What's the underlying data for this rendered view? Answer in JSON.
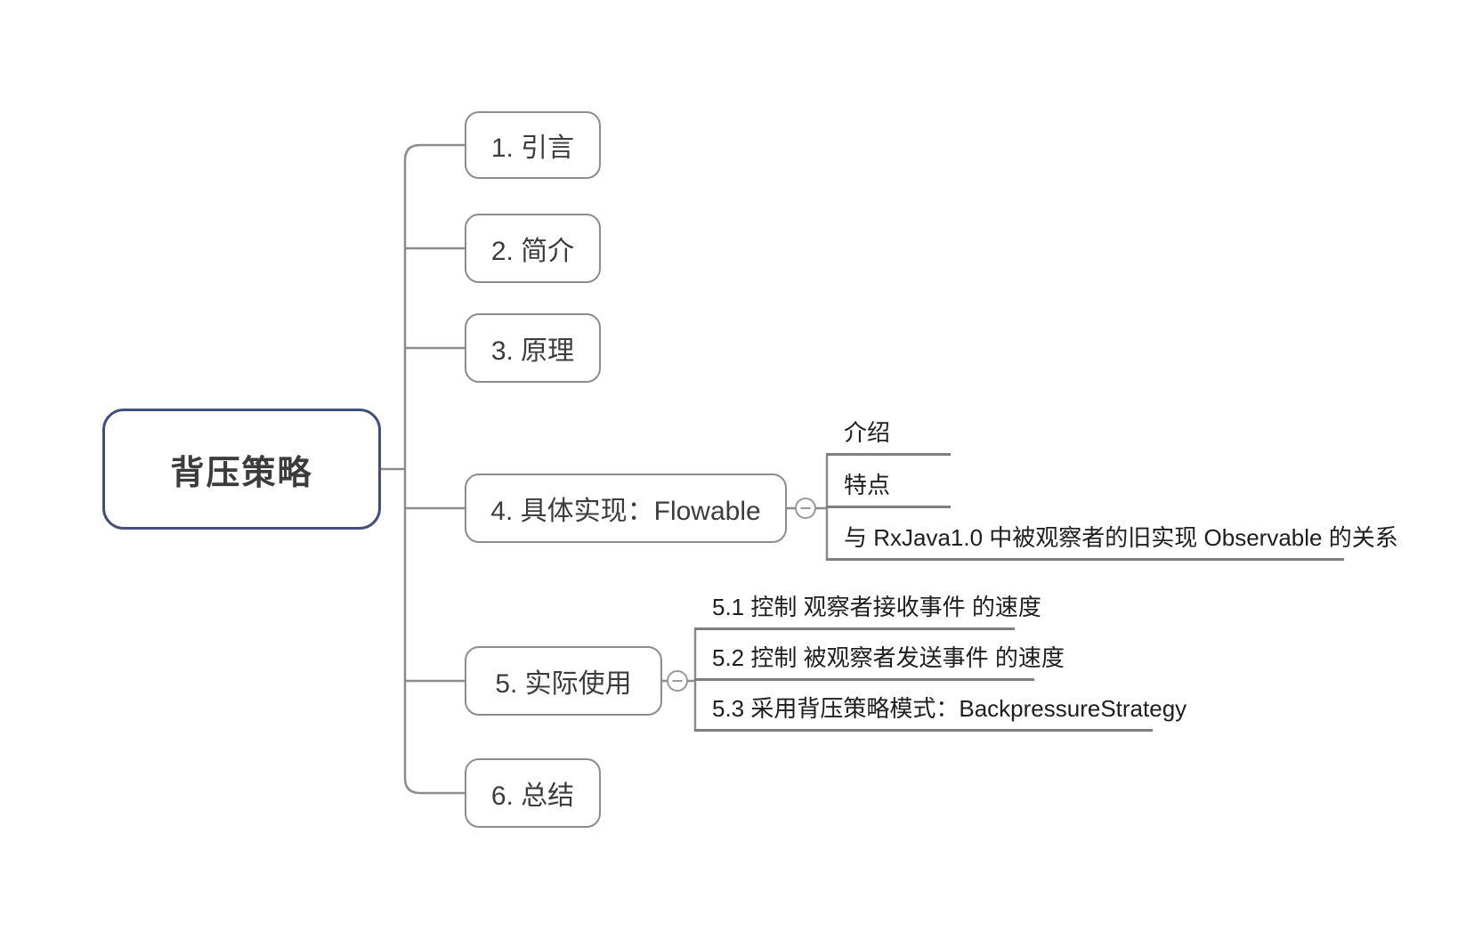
{
  "root": {
    "label": "背压策略"
  },
  "nodes": [
    {
      "label": "1. 引言"
    },
    {
      "label": "2. 简介"
    },
    {
      "label": "3. 原理"
    },
    {
      "label": "4. 具体实现：Flowable",
      "children": [
        "介绍",
        "特点",
        "与 RxJava1.0 中被观察者的旧实现 Observable 的关系"
      ],
      "collapse_icon": "−"
    },
    {
      "label": "5. 实际使用",
      "children": [
        "5.1 控制 观察者接收事件 的速度",
        "5.2 控制 被观察者发送事件 的速度",
        "5.3 采用背压策略模式：BackpressureStrategy"
      ],
      "collapse_icon": "−"
    },
    {
      "label": "6. 总结"
    }
  ],
  "colors": {
    "root_border": "#41507a",
    "branch_border": "#8c8c8c",
    "connector": "#8c8c8c",
    "subline": "#7f7f7f",
    "text_dark": "#3c3c3c",
    "text_black": "#1e1e1e",
    "background": "#ffffff"
  }
}
